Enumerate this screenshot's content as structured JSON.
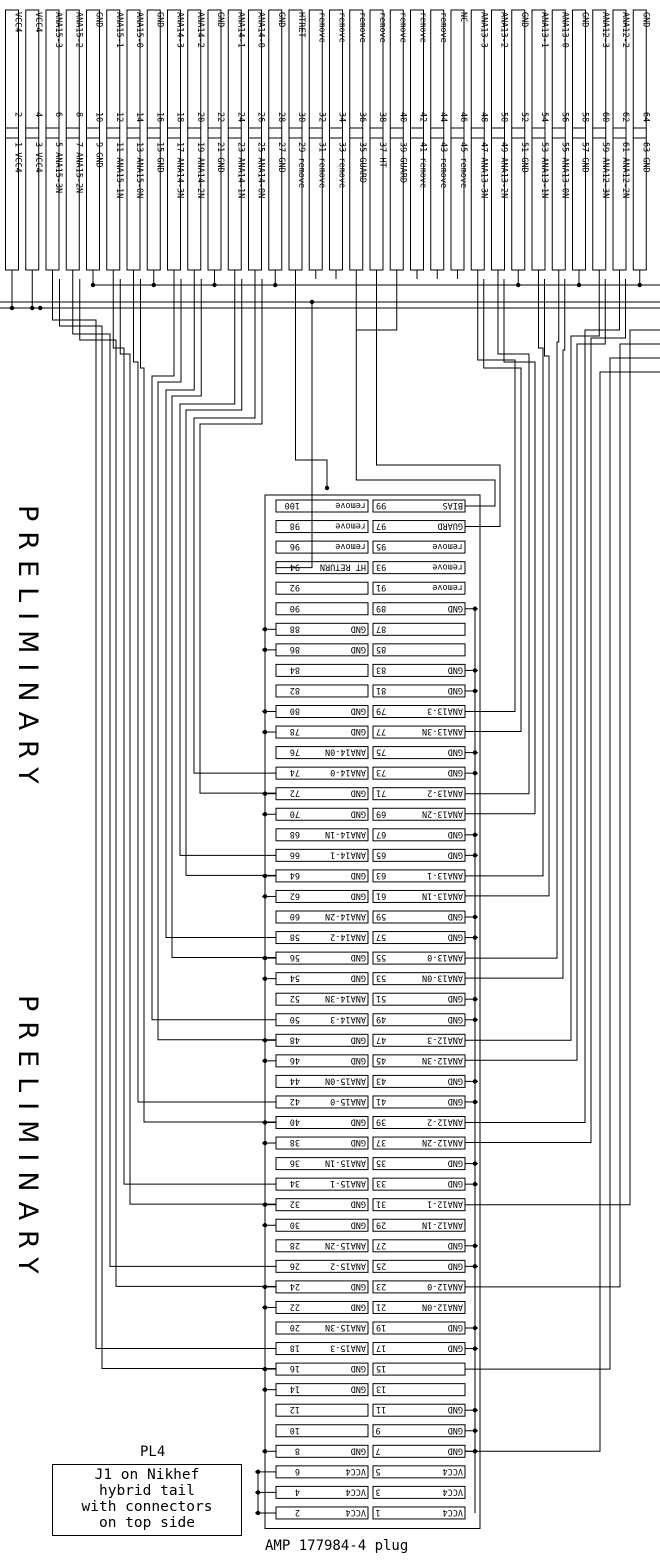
{
  "watermark": "PRELIMINARY",
  "top_connector": {
    "pins": [
      {
        "even_num": "2",
        "even_label": "VCC4",
        "odd_num": "1",
        "odd_label": "VCC4"
      },
      {
        "even_num": "4",
        "even_label": "VCC4",
        "odd_num": "3",
        "odd_label": "VCC4"
      },
      {
        "even_num": "6",
        "even_label": "ANA15-3",
        "odd_num": "5",
        "odd_label": "ANA15-3N"
      },
      {
        "even_num": "8",
        "even_label": "ANA15-2",
        "odd_num": "7",
        "odd_label": "ANA15-2N"
      },
      {
        "even_num": "10",
        "even_label": "GND",
        "odd_num": "9",
        "odd_label": "GND"
      },
      {
        "even_num": "12",
        "even_label": "ANA15-1",
        "odd_num": "11",
        "odd_label": "ANA15-1N"
      },
      {
        "even_num": "14",
        "even_label": "ANA15-0",
        "odd_num": "13",
        "odd_label": "ANA15-0N"
      },
      {
        "even_num": "16",
        "even_label": "GND",
        "odd_num": "15",
        "odd_label": "GND"
      },
      {
        "even_num": "18",
        "even_label": "ANA14-3",
        "odd_num": "17",
        "odd_label": "ANA14-3N"
      },
      {
        "even_num": "20",
        "even_label": "ANA14-2",
        "odd_num": "19",
        "odd_label": "ANA14-2N"
      },
      {
        "even_num": "22",
        "even_label": "GND",
        "odd_num": "21",
        "odd_label": "GND"
      },
      {
        "even_num": "24",
        "even_label": "ANA14-1",
        "odd_num": "23",
        "odd_label": "ANA14-1N"
      },
      {
        "even_num": "26",
        "even_label": "ANA14-0",
        "odd_num": "25",
        "odd_label": "ANA14-0N"
      },
      {
        "even_num": "28",
        "even_label": "GND",
        "odd_num": "27",
        "odd_label": "GND"
      },
      {
        "even_num": "30",
        "even_label": "HTRET",
        "odd_num": "29",
        "odd_label": "remove"
      },
      {
        "even_num": "32",
        "even_label": "remove",
        "odd_num": "31",
        "odd_label": "remove"
      },
      {
        "even_num": "34",
        "even_label": "remove",
        "odd_num": "33",
        "odd_label": "remove"
      },
      {
        "even_num": "36",
        "even_label": "remove",
        "odd_num": "35",
        "odd_label": "GUARD"
      },
      {
        "even_num": "38",
        "even_label": "remove",
        "odd_num": "37",
        "odd_label": "HT"
      },
      {
        "even_num": "40",
        "even_label": "remove",
        "odd_num": "39",
        "odd_label": "GUARD"
      },
      {
        "even_num": "42",
        "even_label": "remove",
        "odd_num": "41",
        "odd_label": "remove"
      },
      {
        "even_num": "44",
        "even_label": "remove",
        "odd_num": "43",
        "odd_label": "remove"
      },
      {
        "even_num": "46",
        "even_label": "NC",
        "odd_num": "45",
        "odd_label": "remove"
      },
      {
        "even_num": "48",
        "even_label": "ANA13-3",
        "odd_num": "47",
        "odd_label": "ANA13-3N"
      },
      {
        "even_num": "50",
        "even_label": "ANA13-2",
        "odd_num": "49",
        "odd_label": "ANA13-2N"
      },
      {
        "even_num": "52",
        "even_label": "GND",
        "odd_num": "51",
        "odd_label": "GND"
      },
      {
        "even_num": "54",
        "even_label": "ANA13-1",
        "odd_num": "53",
        "odd_label": "ANA13-1N"
      },
      {
        "even_num": "56",
        "even_label": "ANA13-0",
        "odd_num": "55",
        "odd_label": "ANA13-0N"
      },
      {
        "even_num": "58",
        "even_label": "GND",
        "odd_num": "57",
        "odd_label": "GND"
      },
      {
        "even_num": "60",
        "even_label": "ANA12-3",
        "odd_num": "59",
        "odd_label": "ANA12-3N"
      },
      {
        "even_num": "62",
        "even_label": "ANA12-2",
        "odd_num": "61",
        "odd_label": "ANA12-2N"
      },
      {
        "even_num": "64",
        "even_label": "GND",
        "odd_num": "63",
        "odd_label": "GND"
      }
    ]
  },
  "plug": {
    "caption": "AMP 177984-4 plug",
    "rows": [
      {
        "left_num": "100",
        "left_label": "remove",
        "right_num": "99",
        "right_label": "BIAS"
      },
      {
        "left_num": "98",
        "left_label": "remove",
        "right_num": "97",
        "right_label": "GUARD"
      },
      {
        "left_num": "96",
        "left_label": "remove",
        "right_num": "95",
        "right_label": "remove"
      },
      {
        "left_num": "94",
        "left_label": "HT RETURN",
        "right_num": "93",
        "right_label": "remove"
      },
      {
        "left_num": "92",
        "left_label": "",
        "right_num": "91",
        "right_label": "remove"
      },
      {
        "left_num": "90",
        "left_label": "",
        "right_num": "89",
        "right_label": "GND"
      },
      {
        "left_num": "88",
        "left_label": "GND",
        "right_num": "87",
        "right_label": ""
      },
      {
        "left_num": "86",
        "left_label": "GND",
        "right_num": "85",
        "right_label": ""
      },
      {
        "left_num": "84",
        "left_label": "",
        "right_num": "83",
        "right_label": "GND"
      },
      {
        "left_num": "82",
        "left_label": "",
        "right_num": "81",
        "right_label": "GND"
      },
      {
        "left_num": "80",
        "left_label": "GND",
        "right_num": "79",
        "right_label": "ANA13-3"
      },
      {
        "left_num": "78",
        "left_label": "GND",
        "right_num": "77",
        "right_label": "ANA13-3N"
      },
      {
        "left_num": "76",
        "left_label": "ANA14-0N",
        "right_num": "75",
        "right_label": "GND"
      },
      {
        "left_num": "74",
        "left_label": "ANA14-0",
        "right_num": "73",
        "right_label": "GND"
      },
      {
        "left_num": "72",
        "left_label": "GND",
        "right_num": "71",
        "right_label": "ANA13-2"
      },
      {
        "left_num": "70",
        "left_label": "GND",
        "right_num": "69",
        "right_label": "ANA13-2N"
      },
      {
        "left_num": "68",
        "left_label": "ANA14-1N",
        "right_num": "67",
        "right_label": "GND"
      },
      {
        "left_num": "66",
        "left_label": "ANA14-1",
        "right_num": "65",
        "right_label": "GND"
      },
      {
        "left_num": "64",
        "left_label": "GND",
        "right_num": "63",
        "right_label": "ANA13-1"
      },
      {
        "left_num": "62",
        "left_label": "GND",
        "right_num": "61",
        "right_label": "ANA13-1N"
      },
      {
        "left_num": "60",
        "left_label": "ANA14-2N",
        "right_num": "59",
        "right_label": "GND"
      },
      {
        "left_num": "58",
        "left_label": "ANA14-2",
        "right_num": "57",
        "right_label": "GND"
      },
      {
        "left_num": "56",
        "left_label": "GND",
        "right_num": "55",
        "right_label": "ANA13-0"
      },
      {
        "left_num": "54",
        "left_label": "GND",
        "right_num": "53",
        "right_label": "ANA13-0N"
      },
      {
        "left_num": "52",
        "left_label": "ANA14-3N",
        "right_num": "51",
        "right_label": "GND"
      },
      {
        "left_num": "50",
        "left_label": "ANA14-3",
        "right_num": "49",
        "right_label": "GND"
      },
      {
        "left_num": "48",
        "left_label": "GND",
        "right_num": "47",
        "right_label": "ANA12-3"
      },
      {
        "left_num": "46",
        "left_label": "GND",
        "right_num": "45",
        "right_label": "ANA12-3N"
      },
      {
        "left_num": "44",
        "left_label": "ANA15-0N",
        "right_num": "43",
        "right_label": "GND"
      },
      {
        "left_num": "42",
        "left_label": "ANA15-0",
        "right_num": "41",
        "right_label": "GND"
      },
      {
        "left_num": "40",
        "left_label": "GND",
        "right_num": "39",
        "right_label": "ANA12-2"
      },
      {
        "left_num": "38",
        "left_label": "GND",
        "right_num": "37",
        "right_label": "ANA12-2N"
      },
      {
        "left_num": "36",
        "left_label": "ANA15-1N",
        "right_num": "35",
        "right_label": "GND"
      },
      {
        "left_num": "34",
        "left_label": "ANA15-1",
        "right_num": "33",
        "right_label": "GND"
      },
      {
        "left_num": "32",
        "left_label": "GND",
        "right_num": "31",
        "right_label": "ANA12-1"
      },
      {
        "left_num": "30",
        "left_label": "GND",
        "right_num": "29",
        "right_label": "ANA12-1N"
      },
      {
        "left_num": "28",
        "left_label": "ANA15-2N",
        "right_num": "27",
        "right_label": "GND"
      },
      {
        "left_num": "26",
        "left_label": "ANA15-2",
        "right_num": "25",
        "right_label": "GND"
      },
      {
        "left_num": "24",
        "left_label": "GND",
        "right_num": "23",
        "right_label": "ANA12-0"
      },
      {
        "left_num": "22",
        "left_label": "GND",
        "right_num": "21",
        "right_label": "ANA12-0N"
      },
      {
        "left_num": "20",
        "left_label": "ANA15-3N",
        "right_num": "19",
        "right_label": "GND"
      },
      {
        "left_num": "18",
        "left_label": "ANA15-3",
        "right_num": "17",
        "right_label": "GND"
      },
      {
        "left_num": "16",
        "left_label": "GND",
        "right_num": "15",
        "right_label": ""
      },
      {
        "left_num": "14",
        "left_label": "GND",
        "right_num": "13",
        "right_label": ""
      },
      {
        "left_num": "12",
        "left_label": "",
        "right_num": "11",
        "right_label": "GND"
      },
      {
        "left_num": "10",
        "left_label": "",
        "right_num": "9",
        "right_label": "GND"
      },
      {
        "left_num": "8",
        "left_label": "GND",
        "right_num": "7",
        "right_label": "GND"
      },
      {
        "left_num": "6",
        "left_label": "VCC4",
        "right_num": "5",
        "right_label": "VCC4"
      },
      {
        "left_num": "4",
        "left_label": "VCC4",
        "right_num": "3",
        "right_label": "VCC4"
      },
      {
        "left_num": "2",
        "left_label": "VCC4",
        "right_num": "1",
        "right_label": "VCC4"
      }
    ]
  },
  "note": {
    "ref": "PL4",
    "lines": [
      "J1 on Nikhef",
      "hybrid tail",
      "with connectors",
      "on top side"
    ]
  }
}
